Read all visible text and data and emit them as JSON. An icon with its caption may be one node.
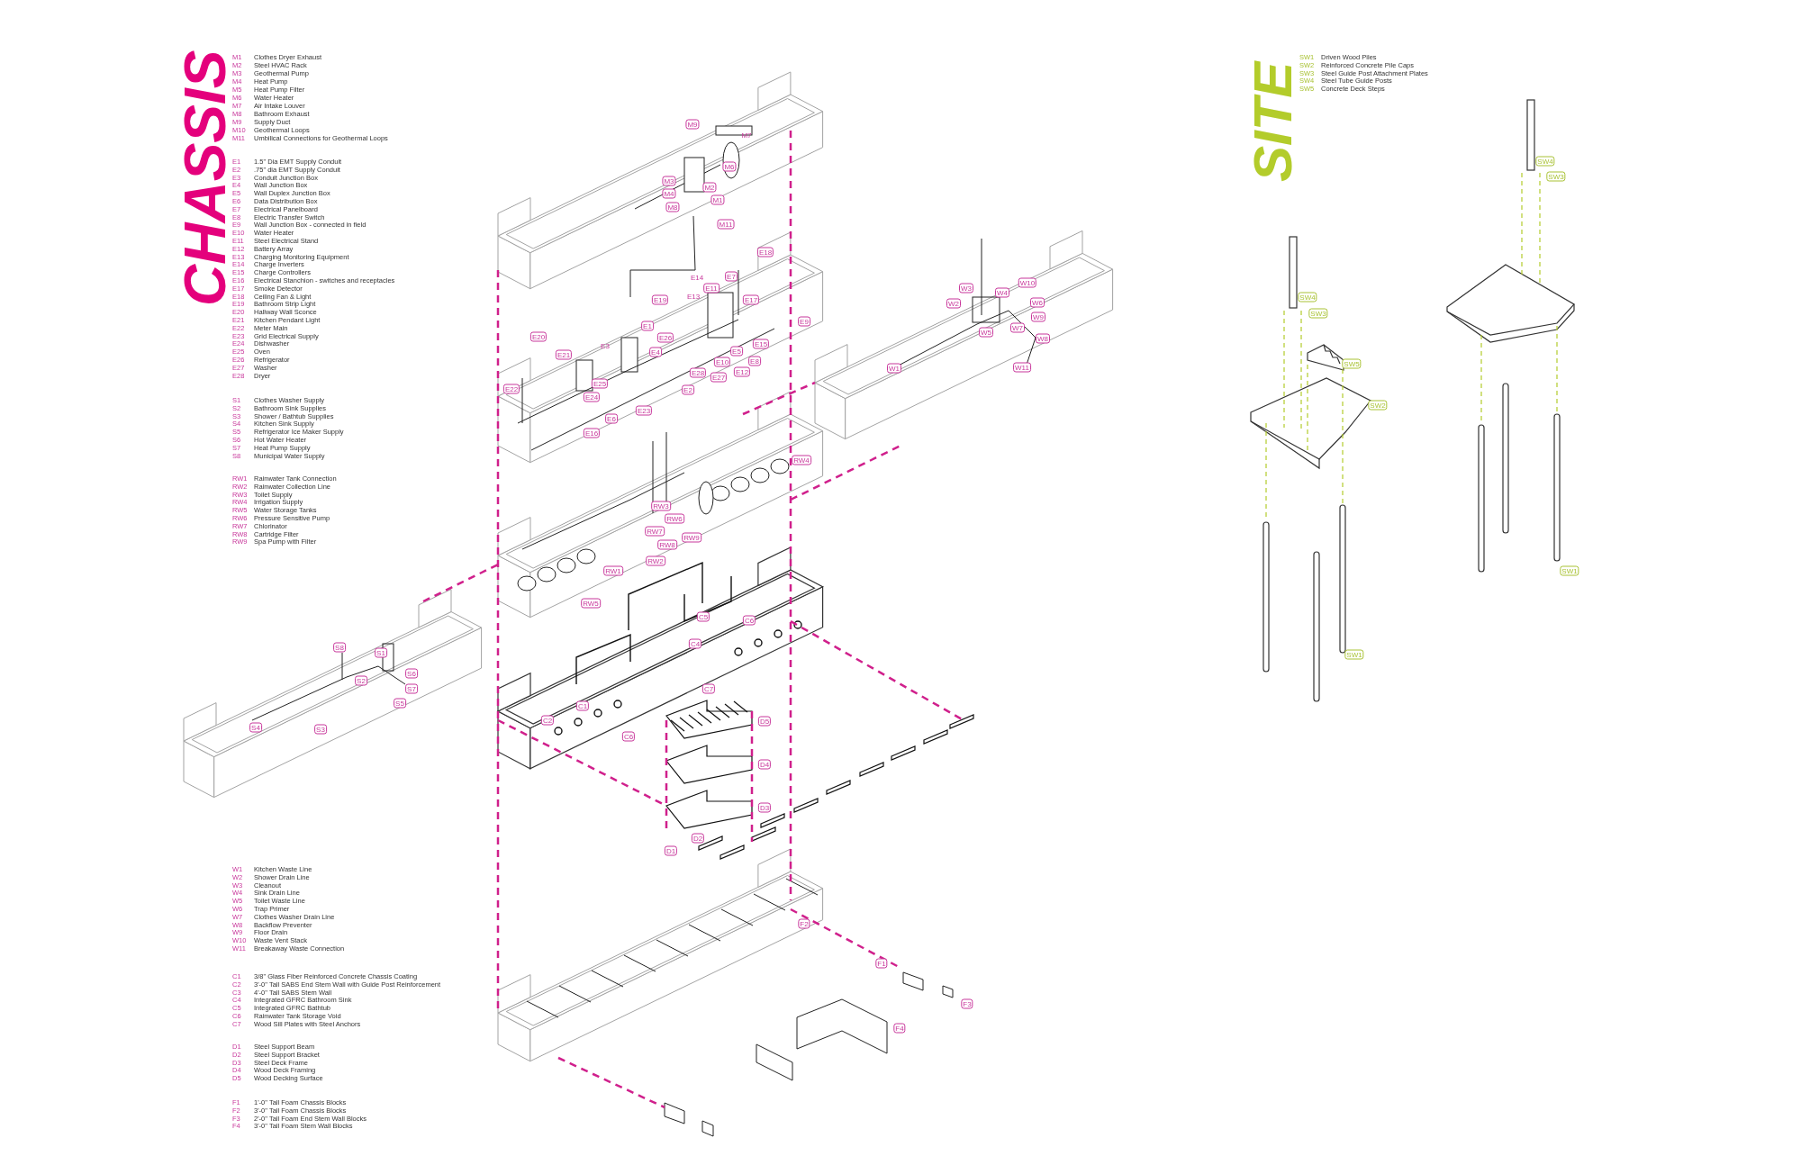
{
  "diagram": {
    "labels": [
      "CHASSIS",
      "M1",
      "Clothes Dryer Exhaust",
      "M2",
      "Steel HVAC Rack",
      "M3",
      "Geothermal Pump",
      "M4",
      "Heat Pump",
      "M5",
      "Heat Pump Filter",
      "M6",
      "Water Heater",
      "M7",
      "Air Intake Louver",
      "M8",
      "Bathroom Exhaust",
      "M9",
      "Supply Duct",
      "M10",
      "Geothermal Loops",
      "M11",
      "Umbilical Connections for Geothermal Loops",
      "E1",
      "1.5\" Dia EMT Supply Conduit",
      "E2",
      ".75\" dia EMT Supply Conduit",
      "E3",
      "Conduit Junction Box",
      "E4",
      "Wall Junction Box",
      "E5",
      "Wall Duplex Junction Box",
      "E6",
      "Data Distribution Box",
      "E7",
      "Electrical Panelboard",
      "E8",
      "Electric Transfer Switch",
      "E9",
      "Wall Junction Box - connected in field",
      "E10",
      "Water Heater",
      "E11",
      "Steel Electrical Stand",
      "E12",
      "Battery Array",
      "E13",
      "Charging Monitoring Equipment",
      "E14",
      "Charge Inverters",
      "E15",
      "Charge Controllers",
      "E16",
      "Electrical Stanchion - switches and receptacles",
      "E17",
      "Smoke Detector",
      "E18",
      "Ceiling Fan & Light",
      "E19",
      "Bathroom Strip Light",
      "E20",
      "Hallway Wall Sconce",
      "E21",
      "Kitchen Pendant Light",
      "E22",
      "Meter Main",
      "E23",
      "Grid Electrical Supply",
      "E24",
      "Dishwasher",
      "E25",
      "Oven",
      "E26",
      "Refrigerator",
      "E27",
      "Washer",
      "E28",
      "Dryer",
      "S1",
      "Clothes Washer Supply",
      "S2",
      "Bathroom Sink Supplies",
      "S3",
      "Shower / Bathtub Supplies",
      "S4",
      "Kitchen Sink Supply",
      "S5",
      "Refrigerator Ice Maker Supply",
      "S6",
      "Hot Water Heater",
      "S7",
      "Heat Pump Supply",
      "S8",
      "Municipal Water Supply",
      "RW1",
      "Rainwater Tank Connection",
      "RW2",
      "Rainwater Collection Line",
      "RW3",
      "Toilet Supply",
      "RW4",
      "Irrigation Supply",
      "RW5",
      "Water Storage Tanks",
      "RW6",
      "Pressure Sensitive Pump",
      "RW7",
      "Chlorinator",
      "RW8",
      "Cartridge Filter",
      "RW9",
      "Spa Pump with Filter",
      "W1",
      "Kitchen Waste Line",
      "W2",
      "Shower Drain Line",
      "W3",
      "Cleanout",
      "W4",
      "Sink Drain Line",
      "W5",
      "Toilet Waste Line",
      "W6",
      "Trap Primer",
      "W7",
      "Clothes Washer Drain Line",
      "W8",
      "Backflow Preventer",
      "W9",
      "Floor Drain",
      "W10",
      "Waste Vent Stack",
      "W11",
      "Breakaway Waste Connection",
      "C1",
      "3/8\" Glass Fiber Reinforced Concrete Chassis Coating",
      "C2",
      "3'-0\" Tall SABS End Stem Wall with Guide Post Reinforcement",
      "C3",
      "4'-0\" Tall SABS Stem Wall",
      "C4",
      "Integrated GFRC Bathroom Sink",
      "C5",
      "Integrated GFRC Bathtub",
      "C6",
      "Rainwater Tank Storage Void",
      "C7",
      "Wood Sill Plates with Steel Anchors",
      "D1",
      "Steel Support Beam",
      "D2",
      "Steel Support Bracket",
      "D3",
      "Steel Deck Frame",
      "D4",
      "Wood Deck Framing",
      "D5",
      "Wood Decking Surface",
      "F1",
      "1'-0\" Tall Foam Chassis Blocks",
      "F2",
      "3'-0\" Tall Foam Chassis Blocks",
      "F3",
      "2'-0\" Tall Foam End Stem Wall Blocks",
      "F4",
      "3'-0\" Tall Foam Stem Wall Blocks",
      "SITE",
      "SW1",
      "Driven Wood Piles",
      "SW2",
      "Reinforced Concrete Pile Caps",
      "SW3",
      "Steel Guide Post Attachment Plates",
      "SW4",
      "Steel Tube Guide Posts",
      "SW5",
      "Concrete Deck Steps",
      "M9",
      "M7",
      "M6",
      "M3",
      "M2",
      "M4",
      "M1",
      "M8",
      "M11",
      "E18",
      "E14",
      "E7",
      "E11",
      "E19",
      "E13",
      "E17",
      "E9",
      "E1",
      "E20",
      "E26",
      "E3",
      "E15",
      "E21",
      "E4",
      "E5",
      "E10",
      "E8",
      "E28",
      "E27",
      "E12",
      "E25",
      "E22",
      "E2",
      "E24",
      "E23",
      "E6",
      "E16",
      "W3",
      "W4",
      "W10",
      "W2",
      "W6",
      "W9",
      "W5",
      "W7",
      "W8",
      "W1",
      "W11",
      "RW4",
      "RW3",
      "RW6",
      "RW7",
      "RW8",
      "RW9",
      "RW2",
      "RW1",
      "RW5",
      "C5",
      "C6",
      "C4",
      "C7",
      "C1",
      "C2",
      "C6",
      "D5",
      "D4",
      "D3",
      "D2",
      "D1",
      "S8",
      "S1",
      "S2",
      "S6",
      "S7",
      "S5",
      "S4",
      "S3",
      "F2",
      "F1",
      "F3",
      "F4",
      "SW4",
      "SW3",
      "SW4",
      "SW3",
      "SW5",
      "SW2",
      "SW1",
      "SW1"
    ]
  }
}
